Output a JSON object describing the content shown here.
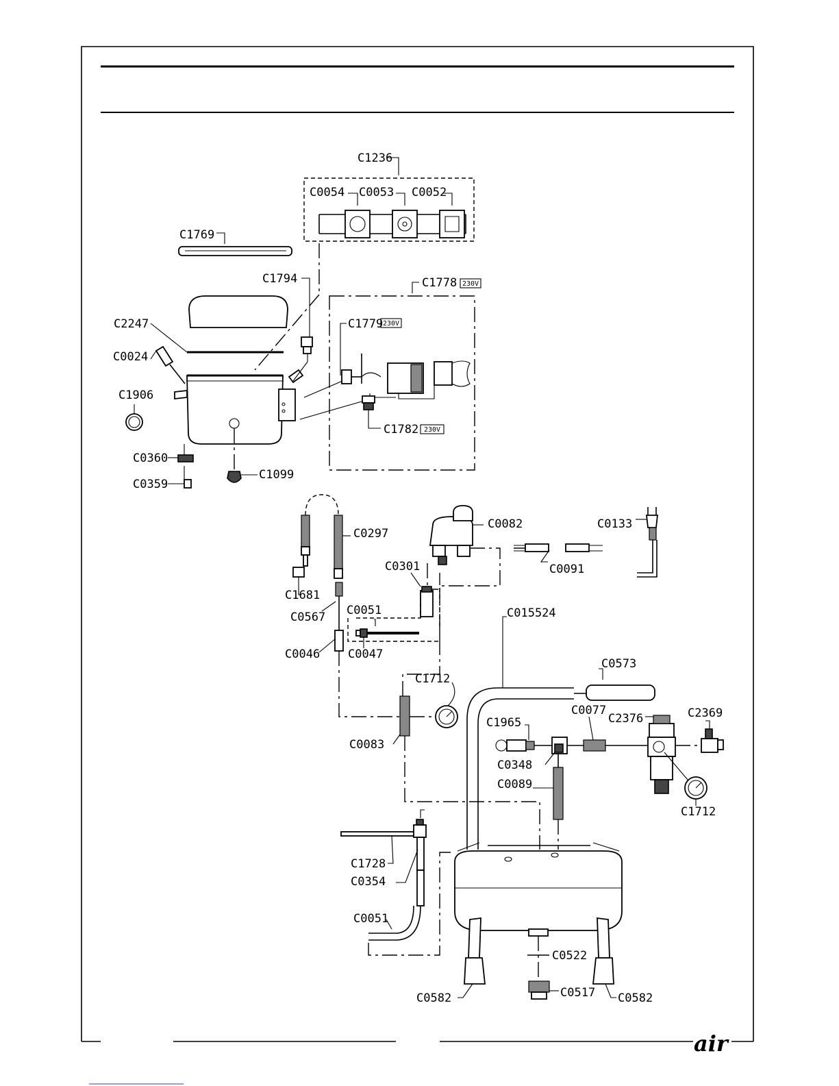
{
  "labels": [
    {
      "id": "C1236"
    },
    {
      "id": "C0054"
    },
    {
      "id": "C0053"
    },
    {
      "id": "C0052"
    },
    {
      "id": "C1769"
    },
    {
      "id": "C1794"
    },
    {
      "id": "C1778"
    },
    {
      "id": "C1779"
    },
    {
      "id": "C2247"
    },
    {
      "id": "C0024"
    },
    {
      "id": "C1906"
    },
    {
      "id": "C1782"
    },
    {
      "id": "C0360"
    },
    {
      "id": "C0359"
    },
    {
      "id": "C1099"
    },
    {
      "id": "C0297"
    },
    {
      "id": "C0082"
    },
    {
      "id": "C0133"
    },
    {
      "id": "C0301"
    },
    {
      "id": "C0091"
    },
    {
      "id": "C1681"
    },
    {
      "id": "C0567"
    },
    {
      "id": "C0051"
    },
    {
      "id": "C015524"
    },
    {
      "id": "C0046"
    },
    {
      "id": "C0047"
    },
    {
      "id": "C1712"
    },
    {
      "id": "C0573"
    },
    {
      "id": "C0077"
    },
    {
      "id": "C2376"
    },
    {
      "id": "C2369"
    },
    {
      "id": "C1965"
    },
    {
      "id": "C0083"
    },
    {
      "id": "C0348"
    },
    {
      "id": "C0089"
    },
    {
      "id": "C1712"
    },
    {
      "id": "C1728"
    },
    {
      "id": "C0354"
    },
    {
      "id": "C0051"
    },
    {
      "id": "C0522"
    },
    {
      "id": "C0582"
    },
    {
      "id": "C0517"
    },
    {
      "id": "C0582"
    }
  ],
  "voltage_tag": "230V",
  "brand": "air"
}
